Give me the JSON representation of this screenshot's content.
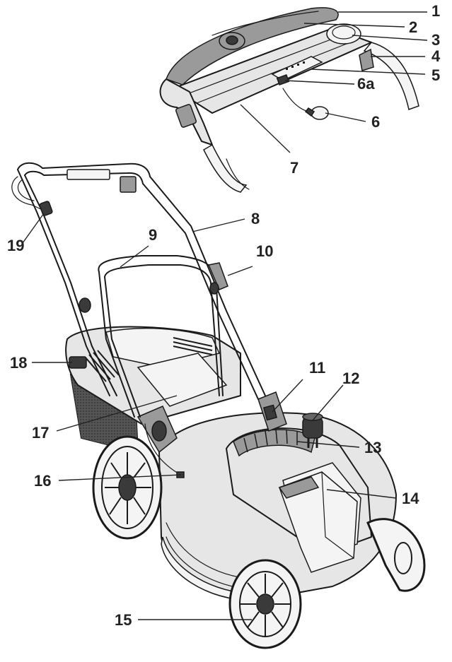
{
  "diagram": {
    "callouts": [
      {
        "id": "c1",
        "text": "1"
      },
      {
        "id": "c2",
        "text": "2"
      },
      {
        "id": "c3",
        "text": "3"
      },
      {
        "id": "c4",
        "text": "4"
      },
      {
        "id": "c5",
        "text": "5"
      },
      {
        "id": "c6a",
        "text": "6a"
      },
      {
        "id": "c6",
        "text": "6"
      },
      {
        "id": "c7",
        "text": "7"
      },
      {
        "id": "c8",
        "text": "8"
      },
      {
        "id": "c9",
        "text": "9"
      },
      {
        "id": "c10",
        "text": "10"
      },
      {
        "id": "c19",
        "text": "19"
      },
      {
        "id": "c18",
        "text": "18"
      },
      {
        "id": "c11",
        "text": "11"
      },
      {
        "id": "c12",
        "text": "12"
      },
      {
        "id": "c13",
        "text": "13"
      },
      {
        "id": "c17",
        "text": "17"
      },
      {
        "id": "c16",
        "text": "16"
      },
      {
        "id": "c14",
        "text": "14"
      },
      {
        "id": "c15",
        "text": "15"
      }
    ]
  }
}
